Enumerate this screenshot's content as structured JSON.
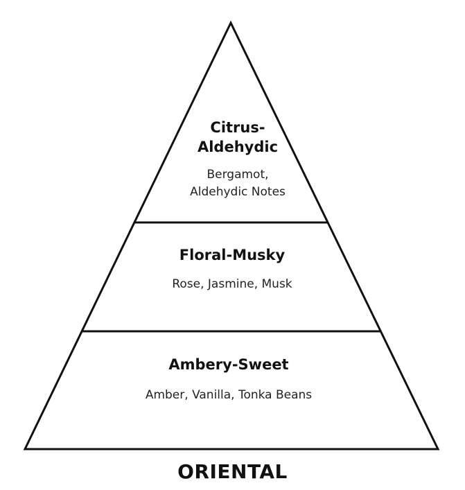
{
  "diagram": {
    "family": "ORIENTAL",
    "tiers": [
      {
        "title": "Citrus-\nAldehydic",
        "notes": "Bergamot,\nAldehydic Notes"
      },
      {
        "title": "Floral-Musky",
        "notes": "Rose, Jasmine, Musk"
      },
      {
        "title": "Ambery-Sweet",
        "notes": "Amber, Vanilla, Tonka Beans"
      }
    ]
  }
}
